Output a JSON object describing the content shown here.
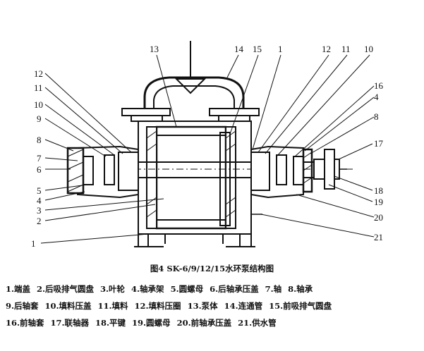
{
  "figure": {
    "callouts": [
      "1",
      "2",
      "3",
      "4",
      "5",
      "6",
      "7",
      "8",
      "9",
      "10",
      "11",
      "12",
      "13",
      "14",
      "15",
      "16",
      "17",
      "18",
      "19",
      "20",
      "21"
    ]
  },
  "caption": "图4  SK-6/9/12/15水环泵结构图",
  "legend": {
    "rows": [
      [
        "1.端盖",
        "2.后吸排气圆盘",
        "3.叶轮",
        "4.轴承架",
        "5.圆螺母",
        "6.后轴承压盖",
        "7.轴",
        "8.轴承"
      ],
      [
        "9.后轴套",
        "10.填料压盖",
        "11.填料",
        "12.填料压圈",
        "13.泵体",
        "14.连通管",
        "15.前吸排气圆盘"
      ],
      [
        "16.前轴套",
        "17.联轴器",
        "18.平键",
        "19.圆螺母",
        "20.前轴承压盖",
        "21.供水管"
      ]
    ]
  }
}
